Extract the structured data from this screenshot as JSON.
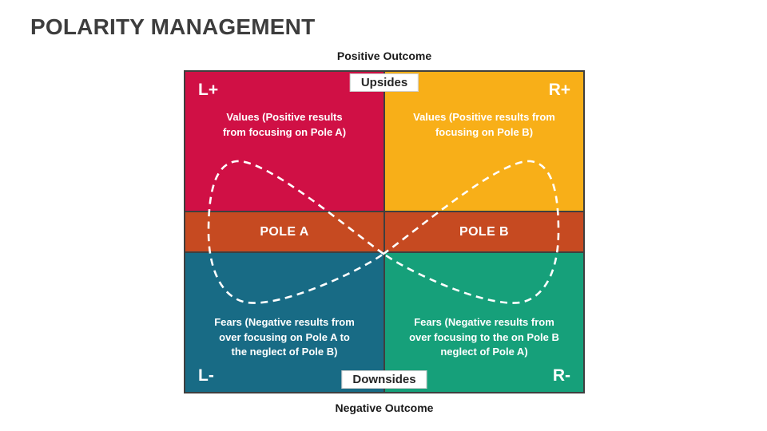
{
  "title": "POLARITY MANAGEMENT",
  "axis": {
    "top_label": "Positive Outcome",
    "bottom_label": "Negative Outcome"
  },
  "badges": {
    "upsides": "Upsides",
    "downsides": "Downsides"
  },
  "poles": {
    "a": "POLE A",
    "b": "POLE B"
  },
  "quadrants": {
    "top_left": {
      "corner": "L+",
      "lines": [
        "Values (Positive results",
        "from focusing on Pole A)"
      ],
      "color": "#d01045"
    },
    "top_right": {
      "corner": "R+",
      "lines": [
        "Values (Positive results from",
        "focusing on Pole B)"
      ],
      "color": "#f8af18"
    },
    "bottom_left": {
      "corner": "L-",
      "lines": [
        "Fears (Negative results from",
        "over focusing on Pole A to",
        "the neglect of Pole B)"
      ],
      "color": "#186b85"
    },
    "bottom_right": {
      "corner": "R-",
      "lines": [
        "Fears (Negative results from",
        "over focusing to the on Pole B",
        "neglect of Pole A)"
      ],
      "color": "#16a07a"
    }
  },
  "colors": {
    "pole_band": "#c64a21",
    "grid_border": "#3f3f3f",
    "loop_dash": "#ffffff",
    "title_text": "#3d3d3d",
    "quadrant_text": "#ffffff"
  }
}
